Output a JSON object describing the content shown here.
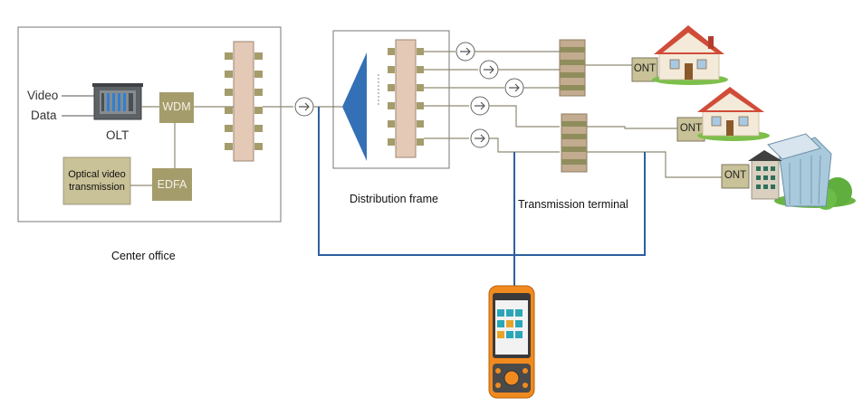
{
  "labels": {
    "video": "Video",
    "data": "Data",
    "olt": "OLT",
    "wdm": "WDM",
    "edfa": "EDFA",
    "optical_video_transmission": "Optical video transmission",
    "center_office": "Center office",
    "distribution_frame": "Distribution frame",
    "transmission_terminal": "Transmission terminal",
    "ont": "ONT"
  },
  "icons": {
    "connector": "arrow-right-circle-icon",
    "house": "house-icon",
    "building": "office-building-icon",
    "otdr": "otdr-tester-icon",
    "olt_device": "olt-chassis-icon"
  },
  "colors": {
    "box_fill": "#a59c6c",
    "panel_fill": "#e3c9b6",
    "fiber_line": "#8f8a74",
    "test_line": "#2e5f9e",
    "splitter": "#3470b5",
    "device_orange": "#f08a1f",
    "roof": "#d04c39"
  }
}
